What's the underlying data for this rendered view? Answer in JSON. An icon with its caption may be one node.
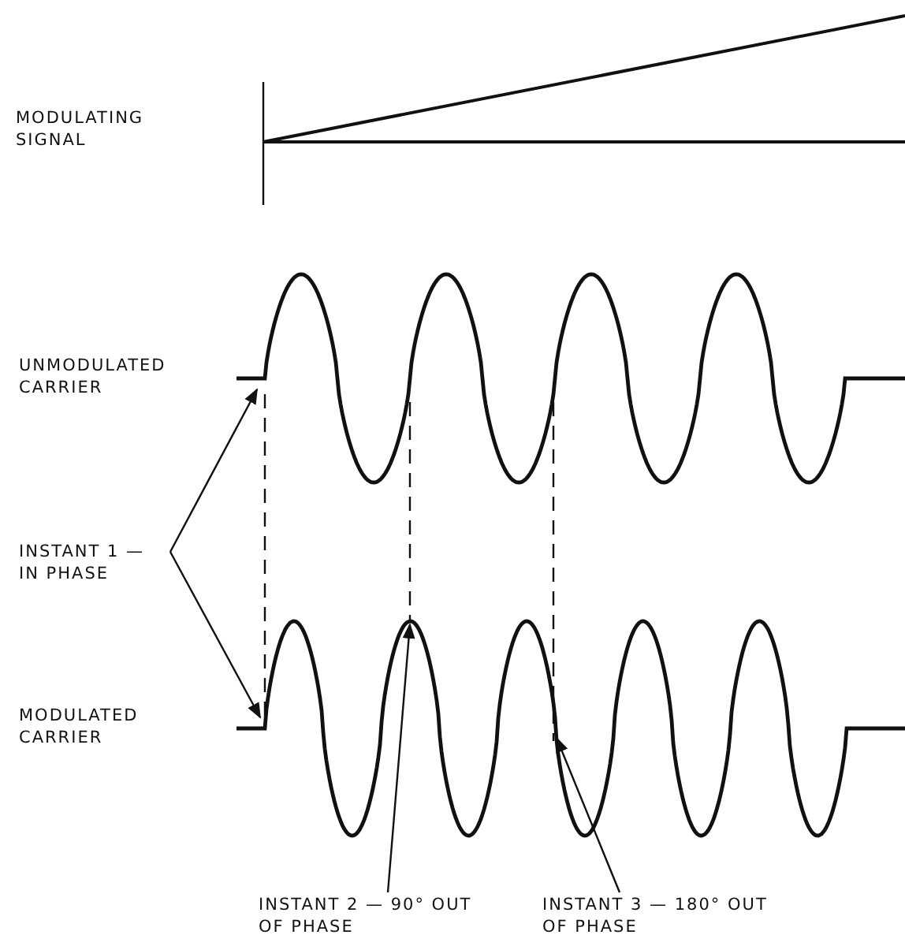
{
  "diagram": {
    "nodes": [
      {
        "text": [
          "INSTANT 1 — IN PHASE"
        ]
      },
      {
        "text": [
          "INSTANT 2 — 90° OUT OF PHASE"
        ]
      },
      {
        "text": [
          "INSTANT 3 — 180° OUT OF PHASE"
        ]
      }
    ],
    "edges": [
      {
        "from": 0,
        "to": null,
        "arrow": "to"
      },
      {
        "from": 0,
        "to": null,
        "arrow": "to"
      },
      {
        "from": 1,
        "to": null,
        "arrow": "to"
      },
      {
        "from": 2,
        "to": null,
        "arrow": "to"
      }
    ],
    "labels": [
      "MODULATING SIGNAL",
      "UNMODULATED CARRIER",
      "MODULATED CARRIER"
    ]
  }
}
